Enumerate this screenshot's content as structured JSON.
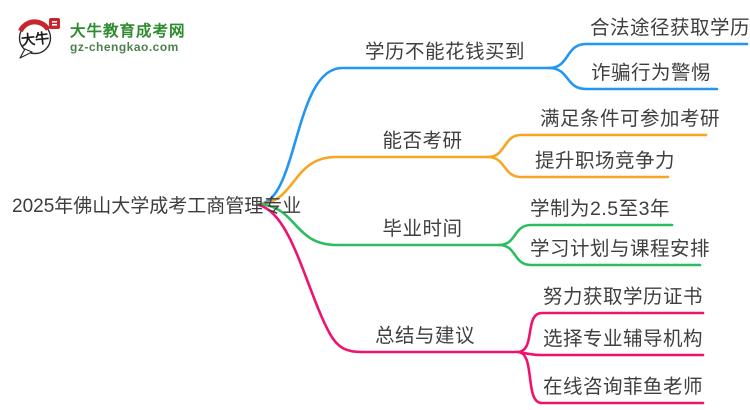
{
  "logo": {
    "site_name": "大牛教育成考网",
    "domain": "gz-chengkao.com",
    "icon_text": "大牛"
  },
  "colors": {
    "blue": "#2196F3",
    "orange": "#F5A623",
    "green": "#2BBE60",
    "pink": "#F0136D",
    "text": "#3F3F3F",
    "logo_green": "#2E8B2F",
    "logo_domain_green": "#4E804E",
    "logo_red": "#C9252C"
  },
  "mindmap": {
    "root": {
      "label": "2025年佛山大学成考工商管理专业"
    },
    "branches": [
      {
        "label": "学历不能花钱买到",
        "color": "#2196F3",
        "children": [
          "合法途径获取学历",
          "诈骗行为警惕"
        ]
      },
      {
        "label": "能否考研",
        "color": "#F5A623",
        "children": [
          "满足条件可参加考研",
          "提升职场竞争力"
        ]
      },
      {
        "label": "毕业时间",
        "color": "#2BBE60",
        "children": [
          "学制为2.5至3年",
          "学习计划与课程安排"
        ]
      },
      {
        "label": "总结与建议",
        "color": "#F0136D",
        "children": [
          "努力获取学历证书",
          "选择专业辅导机构",
          "在线咨询菲鱼老师"
        ]
      }
    ]
  }
}
